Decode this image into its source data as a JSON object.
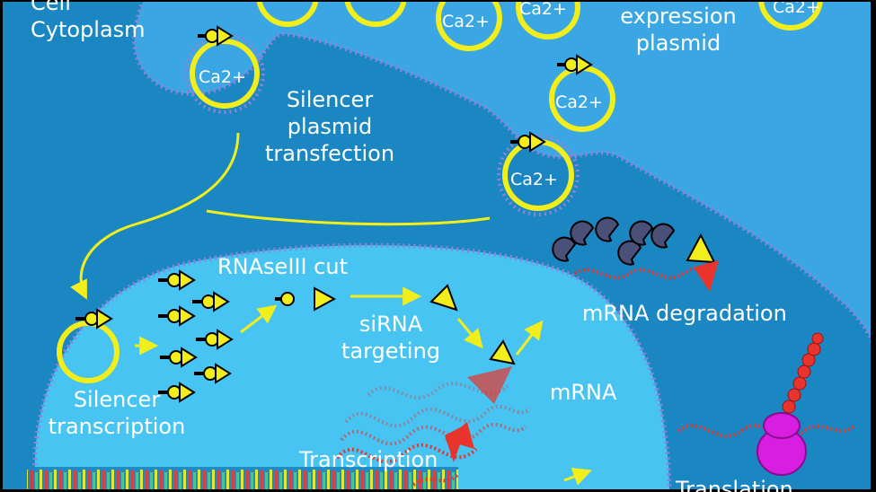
{
  "labels": {
    "cell_cytoplasm_line1": "Cell",
    "cell_cytoplasm_line2": "Cytoplasm",
    "expression_plasmid_line1": "expression",
    "expression_plasmid_line2": "plasmid",
    "silencer_transfection_line1": "Silencer",
    "silencer_transfection_line2": "plasmid",
    "silencer_transfection_line3": "transfection",
    "rnaseiii_cut": "RNAseIII cut",
    "sirna_targeting_line1": "siRNA",
    "sirna_targeting_line2": "targeting",
    "mrna_degradation": "mRNA degradation",
    "silencer_transcription_line1": "Silencer",
    "silencer_transcription_line2": "transcription",
    "mrna": "mRNA",
    "transcription": "Transcription",
    "translation": "Translation"
  },
  "calcium_label": "Ca2+",
  "colors": {
    "outer_medium": "#3aa7e4",
    "cytoplasm": "#1a86c2",
    "nucleus": "#47c4f2",
    "membrane_dots": "#8f84d8",
    "plasmid_yellow": "#f2ee1c",
    "mrna_red": "#e8342c",
    "degradation_enzyme": "#4a5078",
    "ribosome": "#d81ee0",
    "frame": "#000000"
  }
}
